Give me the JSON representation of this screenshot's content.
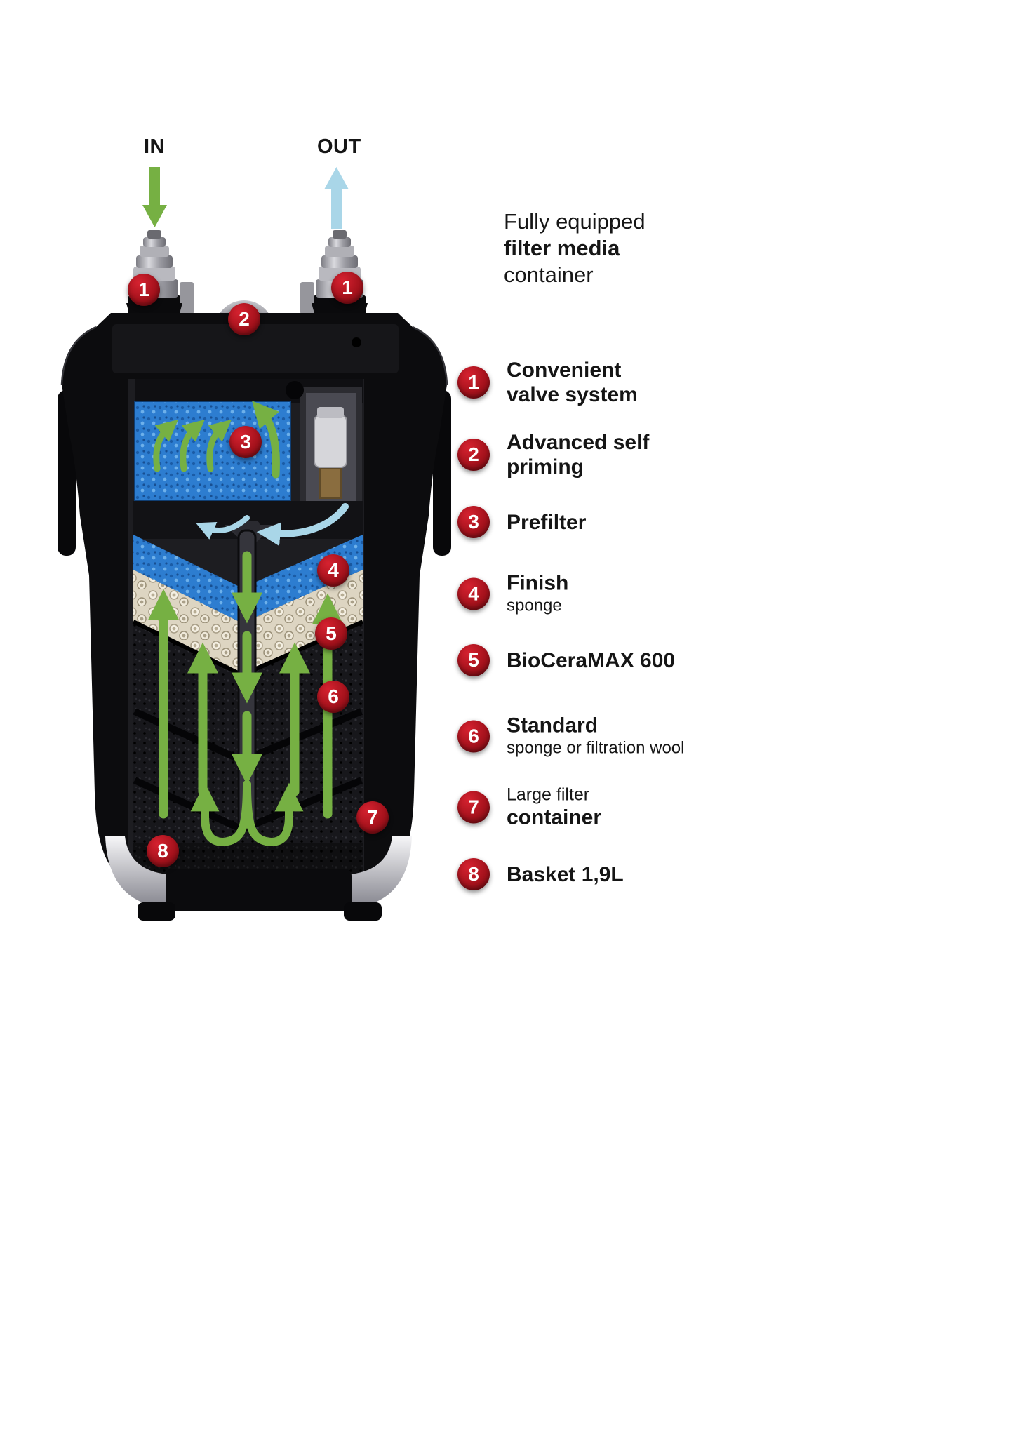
{
  "colors": {
    "badge_red": "#a5121c",
    "arrow_green": "#76b043",
    "arrow_blue": "#a9d6e8",
    "sponge_blue": "#2d7dd0",
    "ceramic_cream": "#ddd5c2",
    "body_black": "#0c0c0e",
    "background": "#ffffff"
  },
  "flow": {
    "in_label": "IN",
    "out_label": "OUT"
  },
  "heading": {
    "line1": "Fully equipped",
    "line2": "filter media",
    "line3": "container"
  },
  "diagram": {
    "badges": {
      "valve_left": "1",
      "valve_right": "1",
      "priming": "2",
      "prefilter": "3",
      "finish_sponge": "4",
      "bioceramax": "5",
      "standard_sponge": "6",
      "container": "7",
      "basket": "8"
    }
  },
  "legend": [
    {
      "number": "1",
      "lines": [
        {
          "text": "Convenient",
          "bold": true
        },
        {
          "text": "valve system",
          "bold": true
        }
      ]
    },
    {
      "number": "2",
      "lines": [
        {
          "text": "Advanced self",
          "bold": true
        },
        {
          "text": "priming",
          "bold": true
        }
      ]
    },
    {
      "number": "3",
      "lines": [
        {
          "text": "Prefilter",
          "bold": true
        }
      ]
    },
    {
      "number": "4",
      "lines": [
        {
          "text": "Finish",
          "bold": true
        },
        {
          "text": "sponge",
          "bold": false
        }
      ]
    },
    {
      "number": "5",
      "lines": [
        {
          "text": "BioCeraMAX 600",
          "bold": true
        }
      ]
    },
    {
      "number": "6",
      "lines": [
        {
          "text": "Standard",
          "bold": true
        },
        {
          "text": "sponge or filtration wool",
          "bold": false
        }
      ]
    },
    {
      "number": "7",
      "lines": [
        {
          "text": "Large filter",
          "bold": false
        },
        {
          "text": "container",
          "bold": true
        }
      ]
    },
    {
      "number": "8",
      "lines": [
        {
          "text": "Basket 1,9L",
          "bold": true
        }
      ]
    }
  ]
}
